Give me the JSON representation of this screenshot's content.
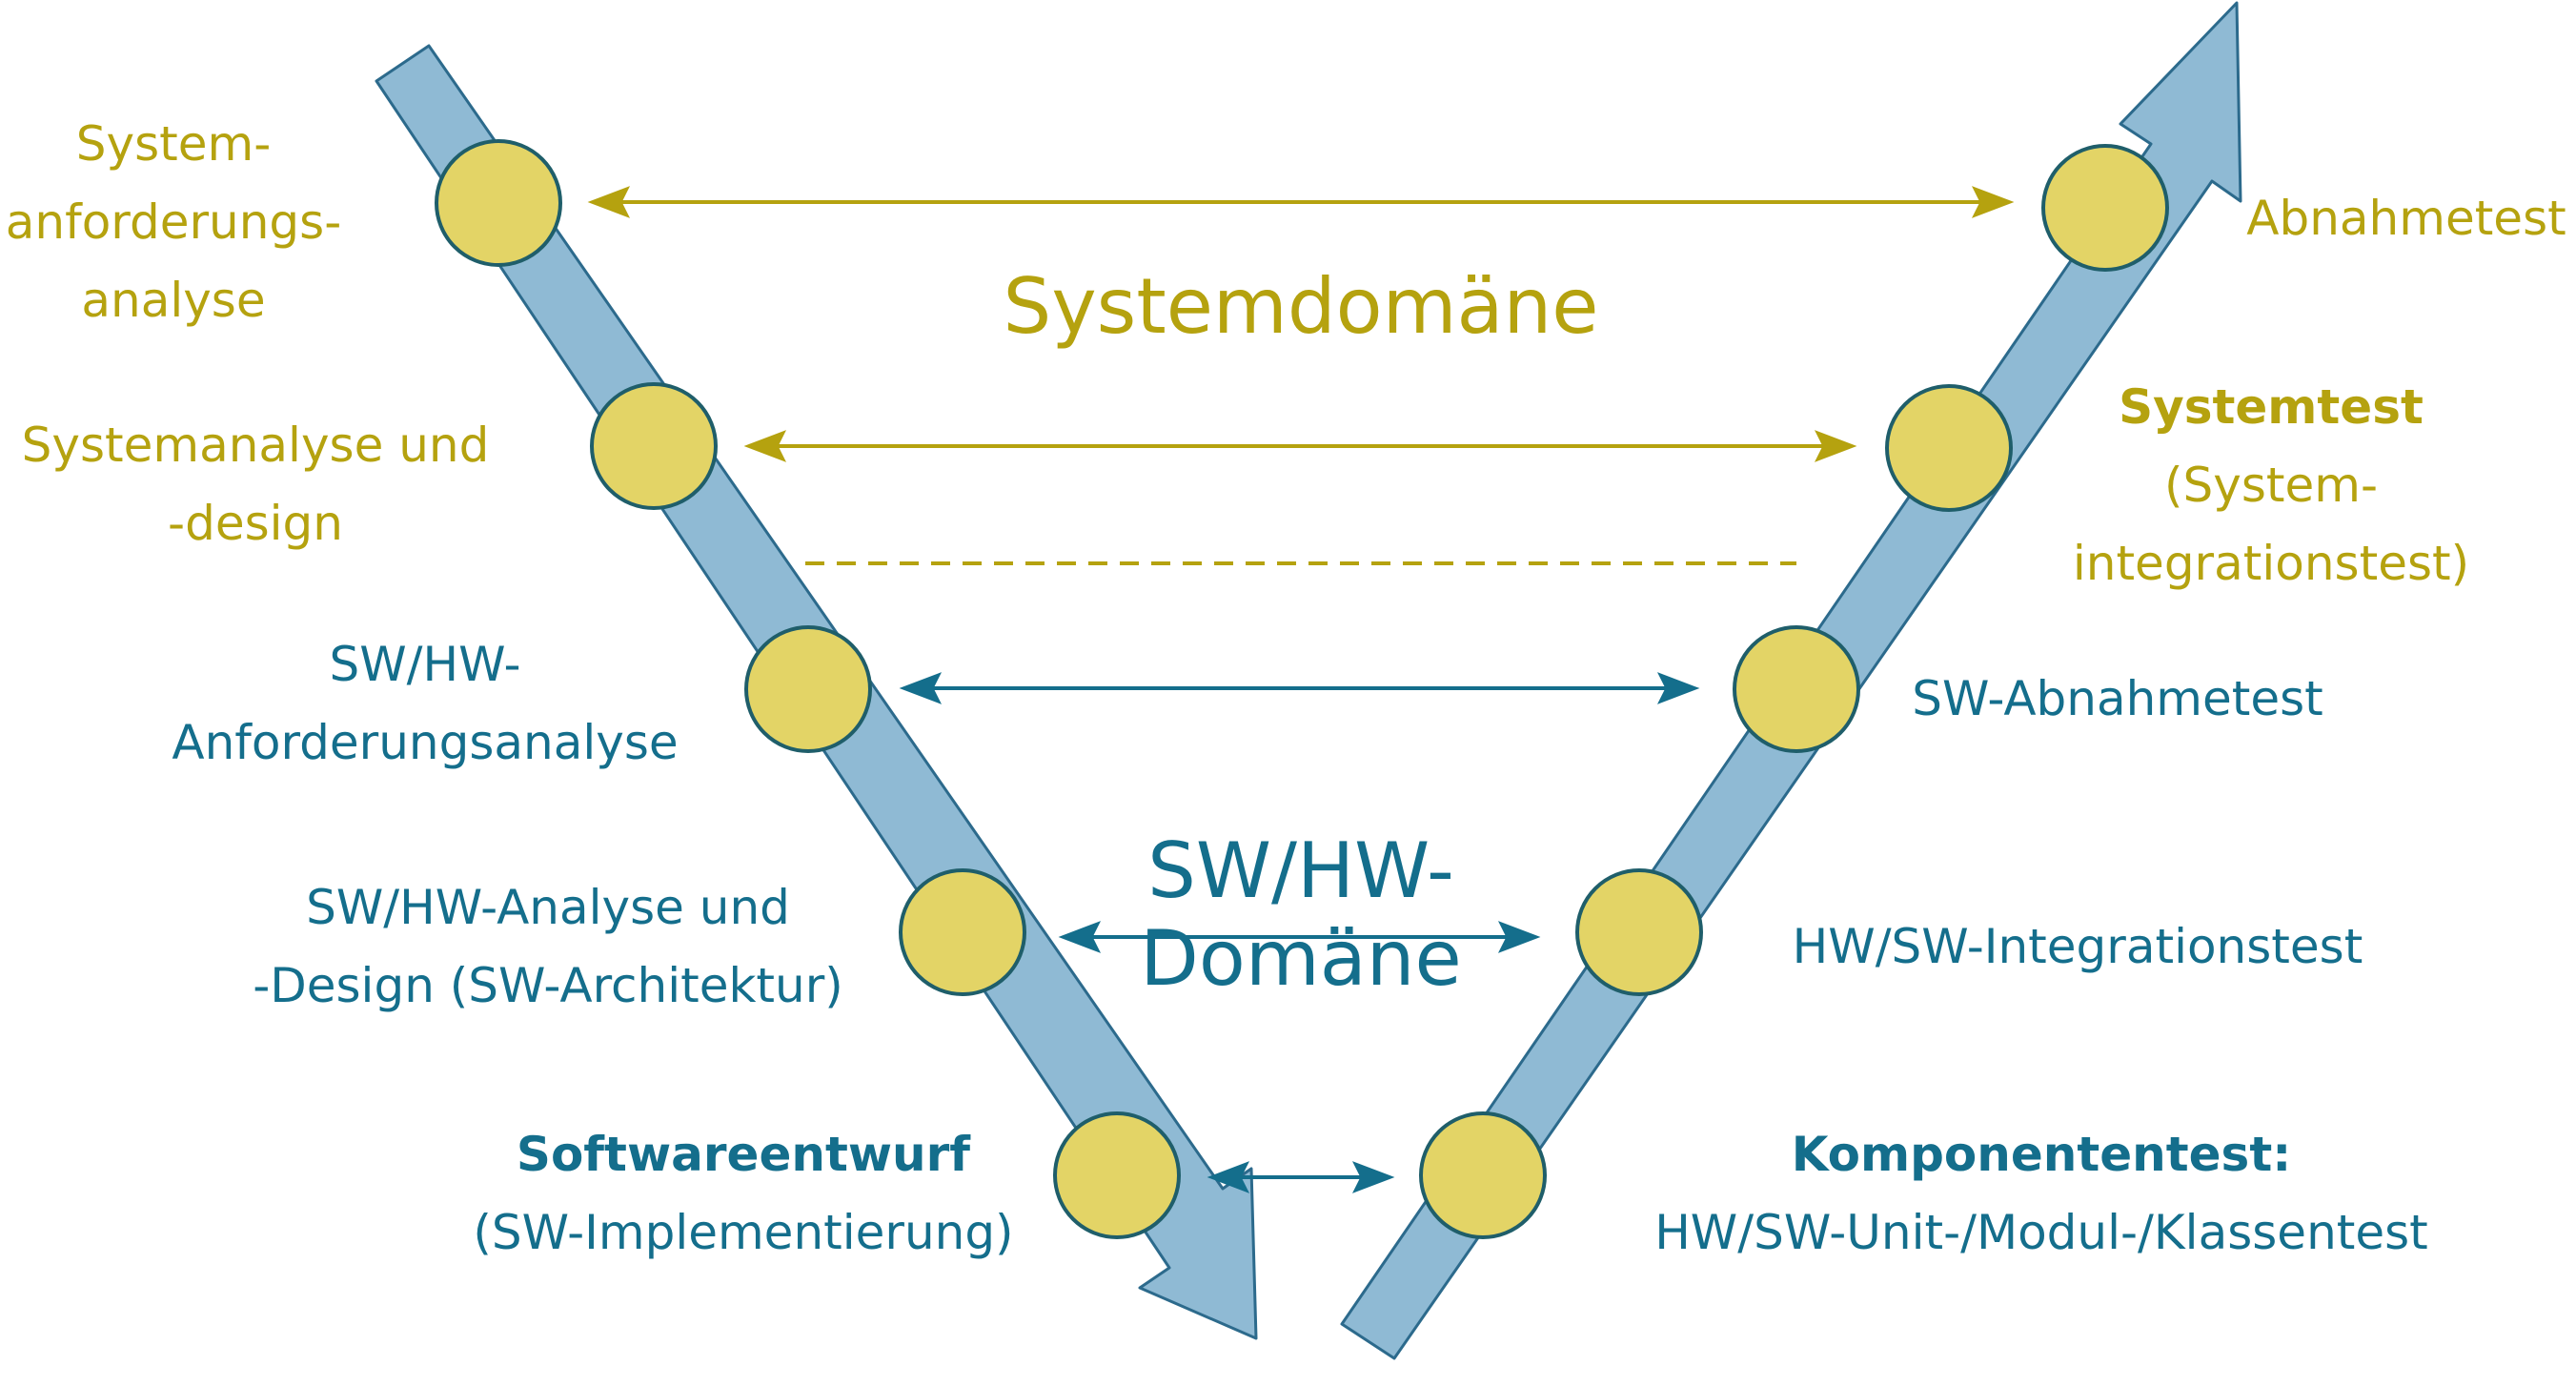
{
  "colors": {
    "system": "#b5a20f",
    "swhw": "#146e8c",
    "arrow_fill": "#8fbad4",
    "arrow_stroke": "#2c6a8c",
    "node_fill": "#e3d466",
    "node_stroke": "#1f5e6a"
  },
  "domains": {
    "system": "Systemdomäne",
    "swhw_line1": "SW/HW-",
    "swhw_line2": "Domäne"
  },
  "left_phases": [
    {
      "lines": [
        "System-",
        "anforderungs-",
        "analyse"
      ]
    },
    {
      "lines": [
        "Systemanalyse und",
        "-design"
      ]
    },
    {
      "lines": [
        "SW/HW-",
        "Anforderungsanalyse"
      ]
    },
    {
      "lines": [
        "SW/HW-Analyse und",
        "-Design (SW-Architektur)"
      ]
    },
    {
      "lines": [
        "Softwareentwurf",
        "(SW-Implementierung)"
      ]
    }
  ],
  "right_phases": [
    {
      "lines": [
        "Abnahmetest"
      ]
    },
    {
      "lines": [
        "Systemtest",
        "(System-",
        "integrationstest)"
      ]
    },
    {
      "lines": [
        "SW-Abnahmetest"
      ]
    },
    {
      "lines": [
        "HW/SW-Integrationstest"
      ]
    },
    {
      "lines": [
        "Komponententest:",
        "HW/SW-Unit-/Modul-/Klassentest"
      ]
    }
  ]
}
